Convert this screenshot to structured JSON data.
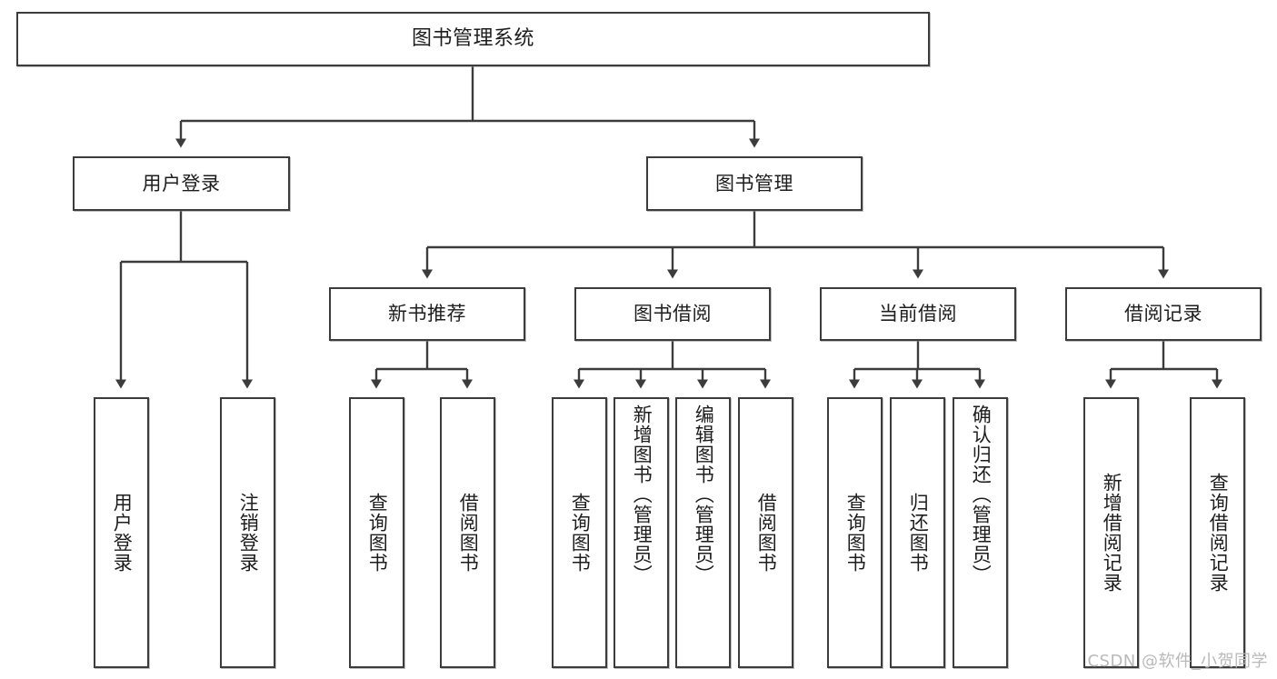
{
  "diagram": {
    "title": "图书管理系统",
    "type": "tree-hierarchy",
    "orientation": "top-down",
    "colors": {
      "box_border": "#3c3c3c",
      "box_fill": "#ffffff",
      "connector": "#3c3c3c",
      "watermark": "#b9b9b9"
    },
    "watermark": "CSDN @软件_小贺同学",
    "root": {
      "id": "root",
      "label": "图书管理系统"
    },
    "level2": [
      {
        "id": "user-login",
        "label": "用户登录"
      },
      {
        "id": "book-management",
        "label": "图书管理"
      }
    ],
    "level3": [
      {
        "id": "new-book-recommend",
        "label": "新书推荐",
        "parent": "book-management"
      },
      {
        "id": "book-borrow",
        "label": "图书借阅",
        "parent": "book-management"
      },
      {
        "id": "current-borrow",
        "label": "当前借阅",
        "parent": "book-management"
      },
      {
        "id": "borrow-record",
        "label": "借阅记录",
        "parent": "book-management"
      }
    ],
    "leaves": [
      {
        "id": "leaf-user-login",
        "label": "用户登录",
        "parent": "user-login"
      },
      {
        "id": "leaf-logout-login",
        "label": "注销登录",
        "parent": "user-login"
      },
      {
        "id": "leaf-query-book-1",
        "label": "查询图书",
        "parent": "new-book-recommend"
      },
      {
        "id": "leaf-borrow-book-1",
        "label": "借阅图书",
        "parent": "new-book-recommend"
      },
      {
        "id": "leaf-query-book-2",
        "label": "查询图书",
        "parent": "book-borrow"
      },
      {
        "id": "leaf-add-book",
        "label": "新增图书（管理员）",
        "parent": "book-borrow"
      },
      {
        "id": "leaf-edit-book",
        "label": "编辑图书（管理员）",
        "parent": "book-borrow"
      },
      {
        "id": "leaf-borrow-book-2",
        "label": "借阅图书",
        "parent": "book-borrow"
      },
      {
        "id": "leaf-query-book-3",
        "label": "查询图书",
        "parent": "current-borrow"
      },
      {
        "id": "leaf-return-book",
        "label": "归还图书",
        "parent": "current-borrow"
      },
      {
        "id": "leaf-confirm-return",
        "label": "确认归还（管理员）",
        "parent": "current-borrow"
      },
      {
        "id": "leaf-add-record",
        "label": "新增借阅记录",
        "parent": "borrow-record"
      },
      {
        "id": "leaf-query-record",
        "label": "查询借阅记录",
        "parent": "borrow-record"
      }
    ]
  }
}
